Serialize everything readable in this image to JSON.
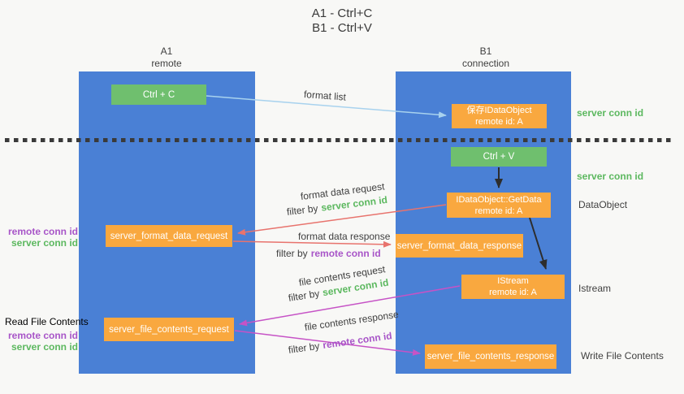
{
  "title": {
    "line1": "A1 - Ctrl+C",
    "line2": "B1 - Ctrl+V"
  },
  "columns": {
    "left": {
      "name": "A1",
      "role": "remote"
    },
    "right": {
      "name": "B1",
      "role": "connection"
    }
  },
  "boxes": {
    "ctrl_c": "Ctrl + C",
    "ctrl_v": "Ctrl + V",
    "save_dataobject": {
      "line1": "保存IDataObject",
      "line2": "remote id: A"
    },
    "getdata": {
      "line1": "IDataObject::GetData",
      "line2": "remote id: A"
    },
    "istream": {
      "line1": "IStream",
      "line2": "remote id: A"
    },
    "format_request": "server_format_data_request",
    "format_response": "server_format_data_response",
    "file_request": "server_file_contents_request",
    "file_response": "server_file_contents_response"
  },
  "arrow_labels": {
    "format_list": "format list",
    "format_data_request": "format data request",
    "format_data_response": "format data response",
    "file_contents_request": "file contents request",
    "file_contents_response": "file contents response",
    "filter_by": "filter by",
    "server_conn_id": "server conn id",
    "remote_conn_id": "remote conn id"
  },
  "side_labels": {
    "server_conn_id_top": "server conn id",
    "server_conn_id_mid": "server conn id",
    "dataobject": "DataObject",
    "istream": "Istream",
    "write_file_contents": "Write File Contents",
    "read_file_contents": "Read File Contents",
    "remote_conn_id": "remote conn id",
    "server_conn_id": "server conn id"
  },
  "colors": {
    "lifeline_blue": "#4a80d5",
    "box_green": "#6fbf6e",
    "box_orange": "#f9a83f",
    "arrow_blue": "#a8d2ee",
    "arrow_red": "#e8736d",
    "arrow_magenta": "#c653c6",
    "arrow_black": "#2d2d2d",
    "label_green": "#5cb85f",
    "label_purple": "#a855c8",
    "text_dark": "#404040"
  }
}
